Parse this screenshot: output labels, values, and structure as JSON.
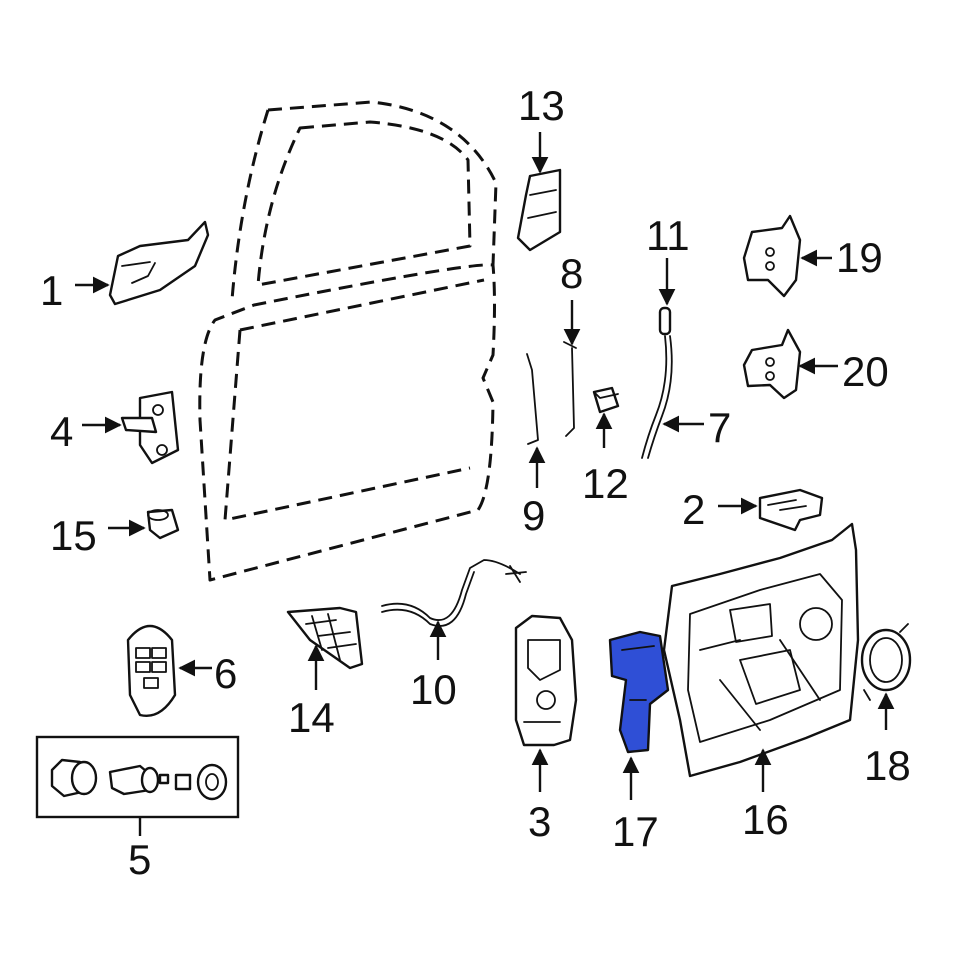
{
  "diagram": {
    "highlight_color": "#2f4fd6",
    "highlighted_part": "17",
    "callouts": {
      "c1": "1",
      "c2": "2",
      "c3": "3",
      "c4": "4",
      "c5": "5",
      "c6": "6",
      "c7": "7",
      "c8": "8",
      "c9": "9",
      "c10": "10",
      "c11": "11",
      "c12": "12",
      "c13": "13",
      "c14": "14",
      "c15": "15",
      "c16": "16",
      "c17": "17",
      "c18": "18",
      "c19": "19",
      "c20": "20"
    }
  }
}
